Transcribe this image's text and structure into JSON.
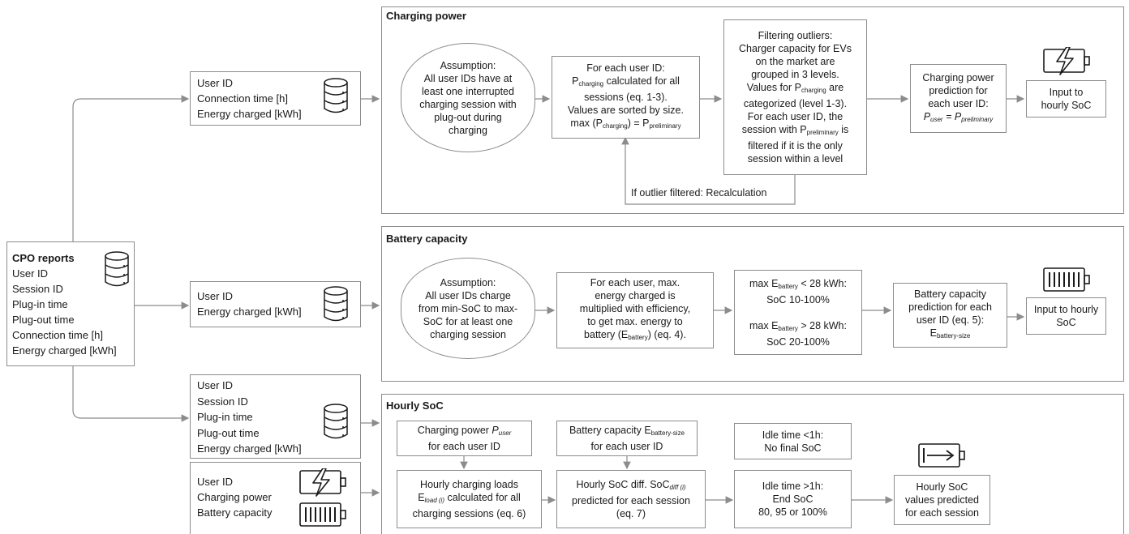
{
  "cpo": {
    "title": "CPO reports",
    "fields": [
      "User ID",
      "Session ID",
      "Plug-in time",
      "Plug-out time",
      "Connection time [h]",
      "Energy charged [kWh]"
    ]
  },
  "inputs": {
    "power": [
      "User ID",
      "Connection time [h]",
      "Energy charged [kWh]"
    ],
    "battery": [
      "User ID",
      "Energy charged [kWh]"
    ],
    "soc": [
      "User ID",
      "Session ID",
      "Plug-in time",
      "Plug-out time",
      "Energy charged [kWh]"
    ],
    "derived": [
      "User ID",
      "Charging power",
      "Battery capacity"
    ]
  },
  "charging_power": {
    "title": "Charging power",
    "assumption": [
      "Assumption:",
      "All user IDs have at",
      "least one interrupted",
      "charging session with",
      "plug-out during",
      "charging"
    ],
    "step1": {
      "l1": "For each user ID:",
      "l2_pre": "P",
      "l2_sub": "charging",
      "l2_post": " calculated for all",
      "l3": "sessions (eq. 1-3).",
      "l4": "Values are sorted by size.",
      "l5_a": "max (P",
      "l5_sub1": "charging",
      "l5_b": ") = P",
      "l5_sub2": "preliminary"
    },
    "step2": {
      "l1": "Filtering outliers:",
      "l2": "Charger capacity for EVs",
      "l3": "on the market are",
      "l4": "grouped in 3 levels.",
      "l5_pre": "Values for P",
      "l5_sub": "charging",
      "l5_post": " are",
      "l6": "categorized (level 1-3).",
      "l7": "For each user ID, the",
      "l8_pre": "session with  P",
      "l8_sub": "preliminary",
      "l8_post": " is",
      "l9": "filtered if it is the only",
      "l10": "session within a level"
    },
    "step3": {
      "l1": "Charging power",
      "l2": "prediction for",
      "l3": "each user ID:",
      "l4_a": "P",
      "l4_sub1": "user",
      "l4_b": " = P",
      "l4_sub2": "preliminary"
    },
    "output": [
      "Input to",
      "hourly SoC"
    ],
    "feedback": "If outlier filtered: Recalculation"
  },
  "battery_capacity": {
    "title": "Battery capacity",
    "assumption": [
      "Assumption:",
      "All user IDs charge",
      "from min-SoC to max-",
      "SoC for at least one",
      "charging session"
    ],
    "step1": {
      "l1": "For each user, max.",
      "l2": "energy charged is",
      "l3": "multiplied with efficiency,",
      "l4": "to get max. energy to",
      "l5_pre": "battery (E",
      "l5_sub": "battery",
      "l5_post": ") (eq. 4)."
    },
    "step2": {
      "a_pre": "max E",
      "a_sub": "battery",
      "a_post": " < 28 kWh:",
      "a2": "SoC 10-100%",
      "b_pre": "max E",
      "b_sub": "battery",
      "b_post": " > 28 kWh:",
      "b2": "SoC 20-100%"
    },
    "step3": {
      "l1": "Battery capacity",
      "l2": "prediction for each",
      "l3": "user ID (eq. 5):",
      "l4_pre": "E",
      "l4_sub": "battery-size"
    },
    "output": [
      "Input to hourly",
      "SoC"
    ]
  },
  "hourly_soc": {
    "title": "Hourly SoC",
    "top1": {
      "l1_pre": "Charging power ",
      "l1_var": "P",
      "l1_sub": "user",
      "l2": "for each user ID"
    },
    "top2": {
      "l1_pre": "Battery capacity E",
      "l1_sub": "battery-size",
      "l2": "for each user ID"
    },
    "top3": [
      "Idle time <1h:",
      "No final SoC"
    ],
    "b1": {
      "l1": "Hourly charging loads",
      "l2_pre": "E",
      "l2_sub": "load (i)",
      "l2_post": " calculated for all",
      "l3": "charging sessions (eq. 6)"
    },
    "b2": {
      "l1_pre": "Hourly SoC diff.  SoC",
      "l1_sub": "diff (i)",
      "l2": "predicted for each session",
      "l3": "(eq. 7)"
    },
    "b3": [
      "Idle time >1h:",
      "End SoC",
      "80, 95 or 100%"
    ],
    "output": [
      "Hourly SoC",
      "values predicted",
      "for each session"
    ]
  },
  "icons": [
    "database-icon",
    "charging-battery-icon",
    "full-battery-icon",
    "battery-arrow-icon"
  ],
  "colors": {
    "stroke": "#8c8c8c",
    "text": "#1a1a1a"
  }
}
